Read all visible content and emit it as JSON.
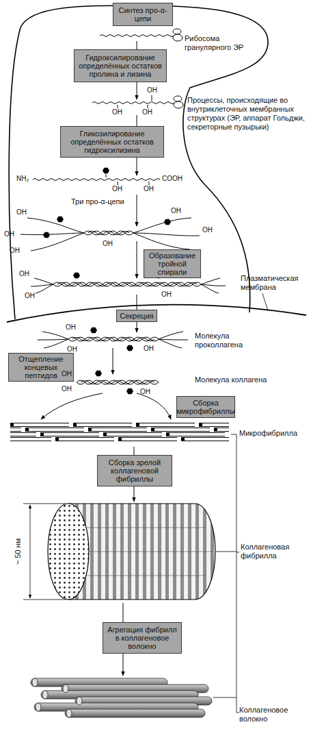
{
  "diagram": {
    "nodes": [
      {
        "text": [
          "Синтез про-α-цепи"
        ]
      },
      {
        "text": [
          "Гидроксилирование определённых остатков пролина и лизина"
        ]
      },
      {
        "text": [
          "Гликозилирование определённых остатков гидроксилизина"
        ]
      },
      {
        "text": [
          "Образование тройной спирали"
        ]
      },
      {
        "text": [
          "Секреция"
        ]
      },
      {
        "text": [
          "Отщепление концевых пептидов"
        ]
      },
      {
        "text": [
          "Сборка микрофибриллы"
        ]
      },
      {
        "text": [
          "Сборка зрелой коллагеновой фибриллы"
        ]
      },
      {
        "text": [
          "Агрегация фибрилл в коллагеновое волокно"
        ]
      }
    ],
    "labels": [
      "Рибосома гранулярного ЭР",
      "OH",
      "OH",
      "OH",
      "Процессы, происходящие во внутриклеточных мембранных структурах (ЭР, аппарат Гольджи, секреторные пузырьки)",
      "NH₂",
      "COOH",
      "OH",
      "OH",
      "Три про-α-цепи",
      "OH",
      "OH",
      "OH",
      "OH",
      "OH",
      "OH",
      "Плазматическая мембрана",
      "OH",
      "OH",
      "OH",
      "OH",
      "OH",
      "OH",
      "Молекула проколлагена",
      "OH",
      "OH",
      "OH",
      "Молекула коллагена",
      "Микрофибрилла",
      "~ 50 нм",
      "Коллагеновая фибрилла",
      "Коллагеновое волокно"
    ]
  }
}
